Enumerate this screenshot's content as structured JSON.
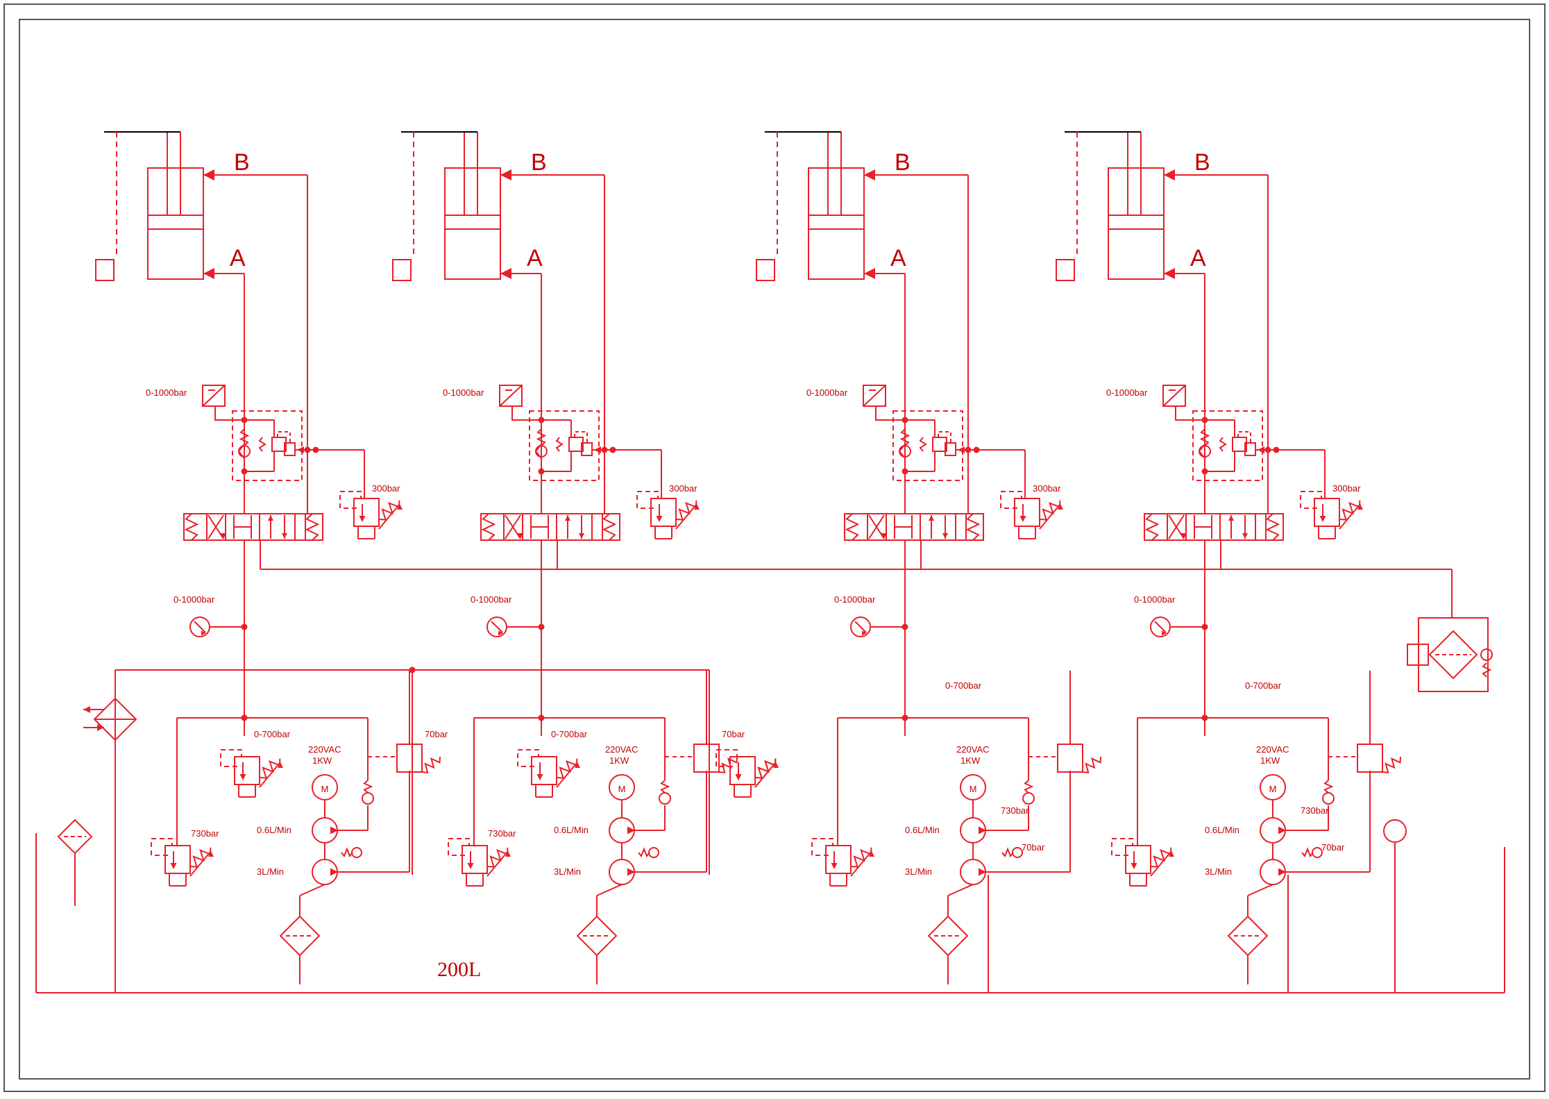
{
  "diagram": {
    "colors": {
      "line": "#e8202a",
      "text": "#c00000",
      "frame": "#555555",
      "pilot": "#000000"
    },
    "circuits": [
      {
        "port_b": "B",
        "port_a": "A",
        "pressure_switch_range": "0-1000bar",
        "relief_setting": "300bar",
        "gauge_range": "0-1000bar",
        "pump": {
          "motor_symbol": "M",
          "motor_spec_voltage": "220VAC",
          "motor_spec_power": "1KW",
          "flow_high_pressure": "0.6L/Min",
          "flow_low_pressure": "3L/Min",
          "relief_adjustable": "0-700bar",
          "relief_safety": "730bar",
          "unloading_valve": "70bar"
        }
      },
      {
        "port_b": "B",
        "port_a": "A",
        "pressure_switch_range": "0-1000bar",
        "relief_setting": "300bar",
        "gauge_range": "0-1000bar",
        "pump": {
          "motor_symbol": "M",
          "motor_spec_voltage": "220VAC",
          "motor_spec_power": "1KW",
          "flow_high_pressure": "0.6L/Min",
          "flow_low_pressure": "3L/Min",
          "relief_adjustable": "0-700bar",
          "relief_safety": "730bar",
          "unloading_valve": "70bar"
        }
      },
      {
        "port_b": "B",
        "port_a": "A",
        "pressure_switch_range": "0-1000bar",
        "relief_setting": "300bar",
        "gauge_range": "0-1000bar",
        "pump": {
          "motor_symbol": "M",
          "motor_spec_voltage": "220VAC",
          "motor_spec_power": "1KW",
          "flow_high_pressure": "0.6L/Min",
          "flow_low_pressure": "3L/Min",
          "relief_adjustable": "0-700bar",
          "relief_safety": "730bar",
          "unloading_valve": "70bar"
        }
      },
      {
        "port_b": "B",
        "port_a": "A",
        "pressure_switch_range": "0-1000bar",
        "relief_setting": "300bar",
        "gauge_range": "0-1000bar",
        "pump": {
          "motor_symbol": "M",
          "motor_spec_voltage": "220VAC",
          "motor_spec_power": "1KW",
          "flow_high_pressure": "0.6L/Min",
          "flow_low_pressure": "3L/Min",
          "relief_adjustable": "0-700bar",
          "relief_safety": "730bar",
          "unloading_valve": "70bar"
        }
      }
    ],
    "tank_volume": "200L",
    "components": [
      "double-acting-cylinder",
      "pressure-switch",
      "pilot-check-valve-block",
      "4-3-directional-valve",
      "relief-valve",
      "pressure-gauge",
      "electric-motor",
      "gear-pump",
      "check-valve",
      "suction-filter",
      "air-cooler",
      "return-filter",
      "breather",
      "level-gauge"
    ]
  }
}
